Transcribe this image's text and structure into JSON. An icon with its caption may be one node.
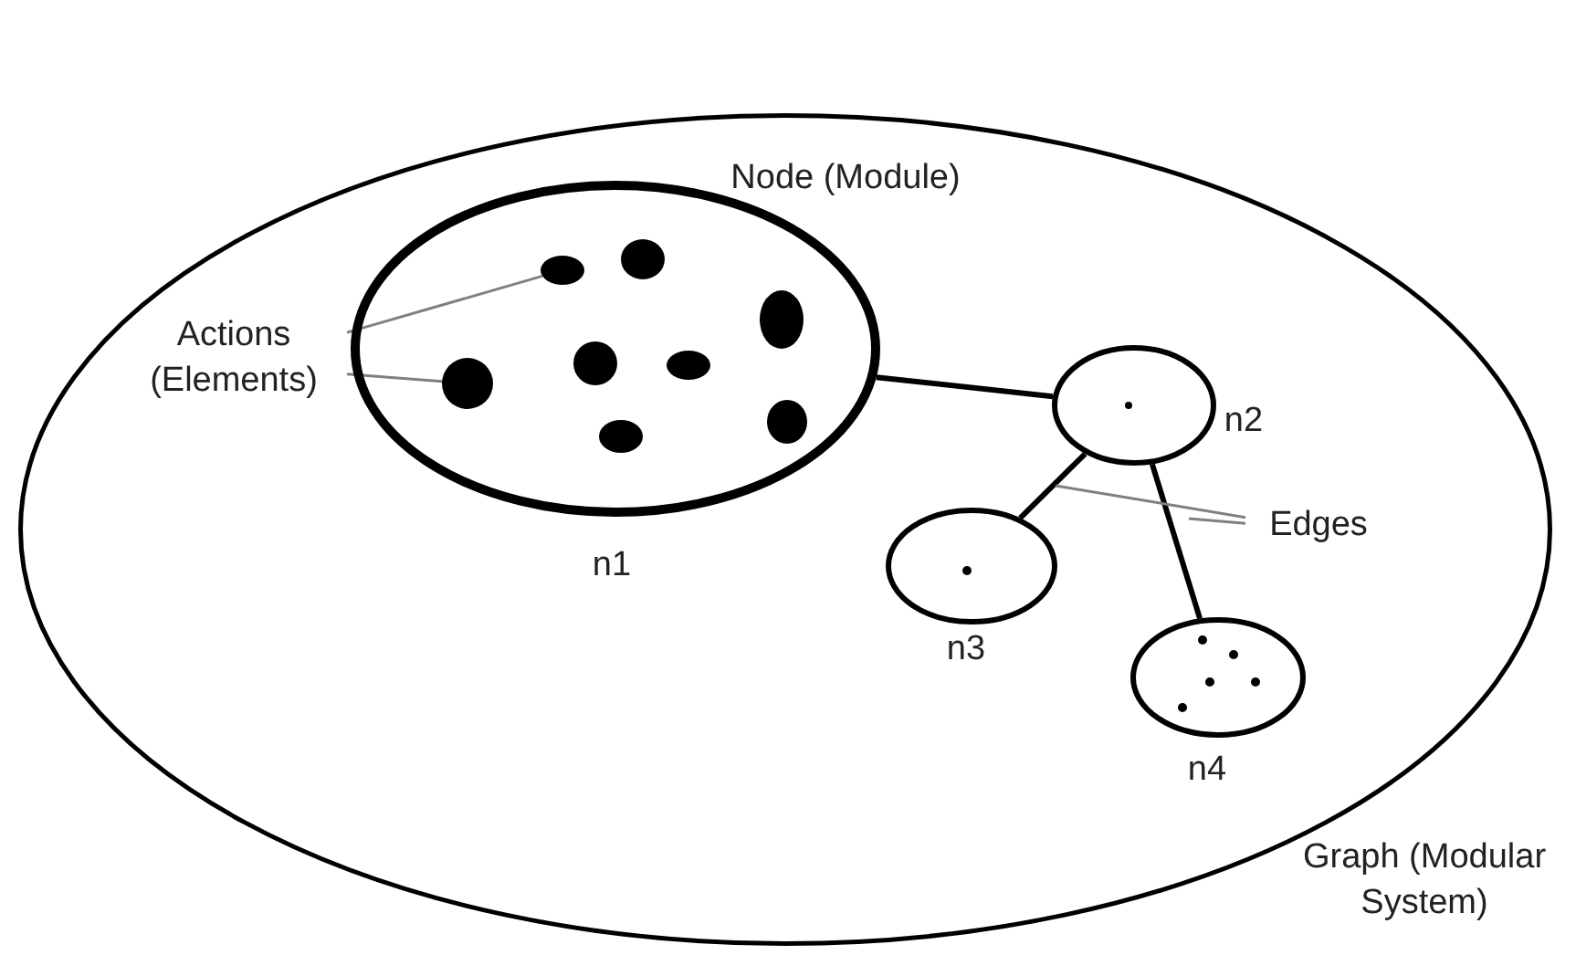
{
  "diagram": {
    "nodes": [
      {
        "text": [
          "Graph (Modular System)"
        ]
      },
      {
        "text": [],
        "shape": "circle",
        "beside": [
          "Node (Module)",
          "n1"
        ],
        "in": 0
      },
      {
        "text": [],
        "shape": "circle",
        "in": 1
      },
      {
        "text": [],
        "shape": "circle",
        "in": 1
      },
      {
        "text": [],
        "shape": "circle",
        "in": 1
      },
      {
        "text": [],
        "shape": "circle",
        "in": 1
      },
      {
        "text": [],
        "shape": "circle",
        "in": 1
      },
      {
        "text": [],
        "shape": "circle",
        "in": 1
      },
      {
        "text": [],
        "shape": "circle",
        "in": 1
      },
      {
        "text": [],
        "shape": "circle",
        "in": 1
      },
      {
        "text": [
          "Actions (Elements)"
        ],
        "in": 0
      },
      {
        "text": [],
        "shape": "circle",
        "beside": [
          "n2"
        ],
        "in": 0
      },
      {
        "text": [],
        "shape": "circle",
        "in": 11
      },
      {
        "text": [
          "Edges"
        ],
        "in": 0
      },
      {
        "text": [],
        "shape": "circle",
        "beside": [
          "n3"
        ],
        "in": 0
      },
      {
        "text": [],
        "shape": "circle",
        "in": 14
      },
      {
        "text": [],
        "shape": "circle",
        "beside": [
          "n4"
        ],
        "in": 0
      },
      {
        "text": [],
        "shape": "circle",
        "in": 16
      },
      {
        "text": [],
        "shape": "circle",
        "in": 16
      },
      {
        "text": [],
        "shape": "circle",
        "in": 16
      },
      {
        "text": [],
        "shape": "circle",
        "in": 16
      },
      {
        "text": [],
        "shape": "circle",
        "in": 16
      }
    ],
    "edges": [
      {
        "from": 1,
        "to": 11,
        "arrow": "none",
        "style": "thick",
        "color": "#000000"
      },
      {
        "from": 11,
        "to": 14,
        "arrow": "none",
        "style": "thick",
        "color": "#000000"
      },
      {
        "from": 11,
        "to": 16,
        "arrow": "none",
        "style": "thick",
        "color": "#000000"
      },
      {
        "from": 10,
        "to": 3,
        "arrow": "none"
      },
      {
        "from": 10,
        "to": 7,
        "arrow": "none"
      },
      {
        "from": 13,
        "to": null,
        "arrow": "none"
      },
      {
        "from": 13,
        "to": null,
        "arrow": "none"
      }
    ]
  }
}
